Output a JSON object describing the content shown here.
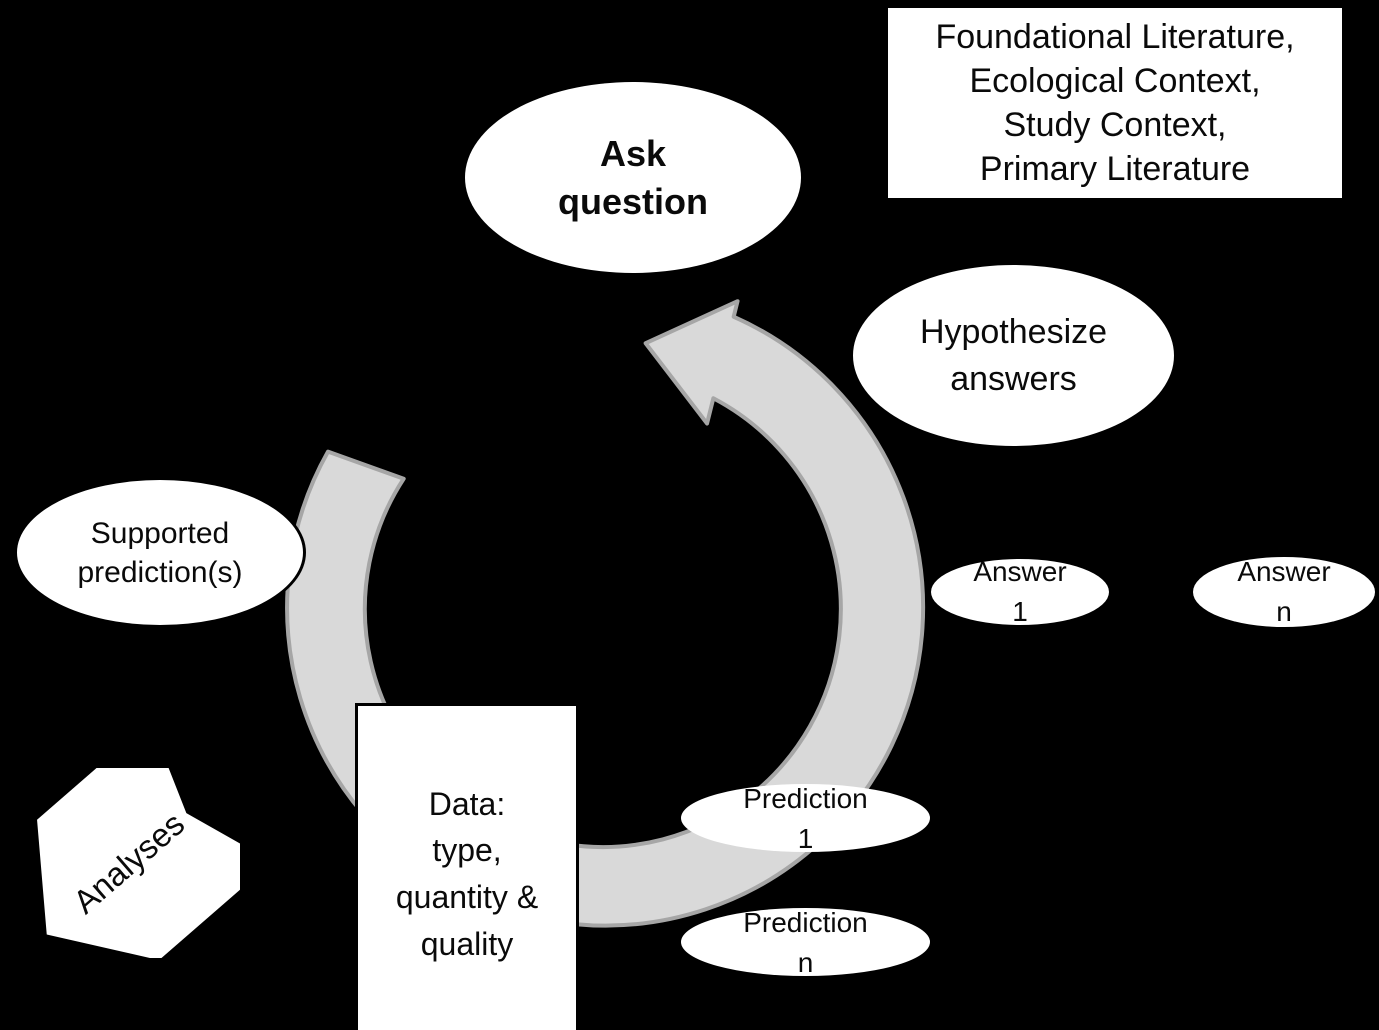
{
  "diagram": {
    "title": "Scientific method cycle diagram",
    "background_color": "#000000",
    "shape_fill": "#ffffff",
    "arrow_fill": "#d9d9d9",
    "arrow_stroke": "#a6a6a6",
    "text_color": "#0a0a0a"
  },
  "nodes": {
    "ask_question": {
      "label": "Ask\nquestion"
    },
    "hypothesize": {
      "label": "Hypothesize\nanswers"
    },
    "context_box": {
      "label": "Foundational Literature,\nEcological Context,\nStudy Context,\nPrimary Literature"
    },
    "supported_prediction": {
      "label": "Supported\nprediction(s)"
    },
    "answer_1": {
      "label": "Answer\n1"
    },
    "answer_n": {
      "label": "Answer\nn"
    },
    "prediction_1": {
      "label": "Prediction\n1"
    },
    "prediction_n": {
      "label": "Prediction\nn"
    },
    "data_box": {
      "label": "Data:\ntype,\nquantity &\nquality"
    },
    "analyses": {
      "label": "Analyses"
    }
  },
  "cycle_arrow": {
    "name": "circular-arrow",
    "direction": "counter-clockwise",
    "points_to": "Ask question"
  }
}
